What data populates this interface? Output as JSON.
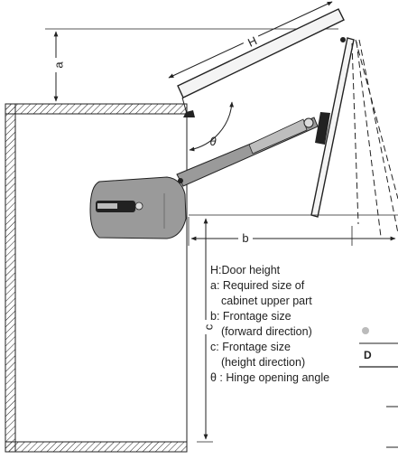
{
  "dimension_labels": {
    "a": "a",
    "b": "b",
    "c": "c",
    "H": "H",
    "theta": "θ"
  },
  "legend": {
    "line1": "H:Door height",
    "line2": "a: Required size of",
    "line3": "cabinet upper part",
    "line4": "b: Frontage size",
    "line5": "(forward direction)",
    "line6": "c: Frontage size",
    "line7": "(height direction)",
    "line8": "θ : Hinge opening angle"
  },
  "right_fragment": {
    "letter": "D"
  },
  "colors": {
    "stroke": "#222222",
    "mechanism": "#9a9a9a",
    "mechanism_dark": "#6d6d6d",
    "panel": "#f4f4f4"
  }
}
